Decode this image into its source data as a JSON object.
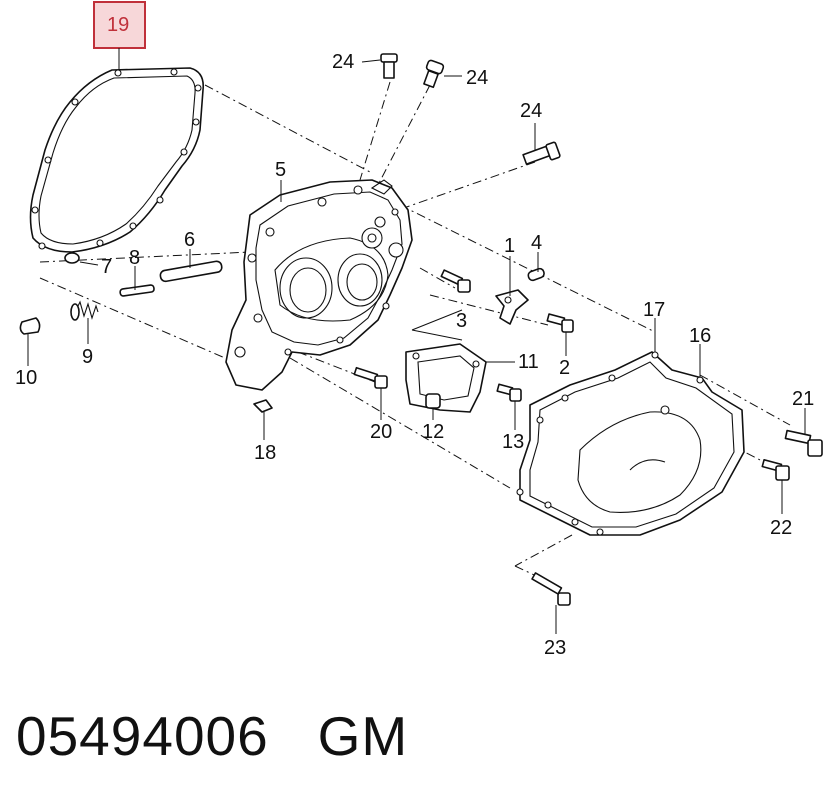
{
  "selected_part": "19",
  "callouts": [
    "24",
    "24",
    "24",
    "5",
    "1",
    "4",
    "6",
    "7",
    "8",
    "3",
    "2",
    "17",
    "16",
    "11",
    "9",
    "10",
    "20",
    "12",
    "13",
    "21",
    "18",
    "22",
    "23"
  ],
  "footer": {
    "part_number": "05494006",
    "brand": "GM"
  },
  "colors": {
    "highlight_border": "#c0303a",
    "highlight_fill": "#f7d7d9",
    "line": "#111111"
  }
}
